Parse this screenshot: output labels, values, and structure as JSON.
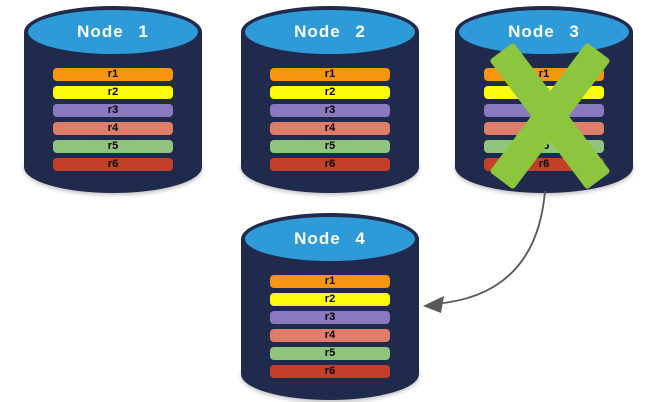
{
  "background": "#ffffff",
  "colors": {
    "cylinder_body": "#1f2a4c",
    "cylinder_top": "#2e9ad8",
    "node_label_text": "#ffffff",
    "record_text": "#000000",
    "failure_x": "#8cc63f",
    "arrow": "#595959"
  },
  "records_palette": [
    "#f79410",
    "#fcfc0f",
    "#8979be",
    "#df7d6b",
    "#90c47d",
    "#c2402a"
  ],
  "nodes": [
    {
      "label": "Node 1",
      "records": [
        "r1",
        "r2",
        "r3",
        "r4",
        "r5",
        "r6"
      ],
      "failed": false
    },
    {
      "label": "Node 2",
      "records": [
        "r1",
        "r2",
        "r3",
        "r4",
        "r5",
        "r6"
      ],
      "failed": false
    },
    {
      "label": "Node 3",
      "records": [
        "r1",
        "r2",
        "r3",
        "r4",
        "r5",
        "r6"
      ],
      "failed": true
    },
    {
      "label": "Node 4",
      "records": [
        "r1",
        "r2",
        "r3",
        "r4",
        "r5",
        "r6"
      ],
      "failed": false
    }
  ],
  "arrow": {
    "from": "Node 3",
    "to": "Node 4"
  }
}
